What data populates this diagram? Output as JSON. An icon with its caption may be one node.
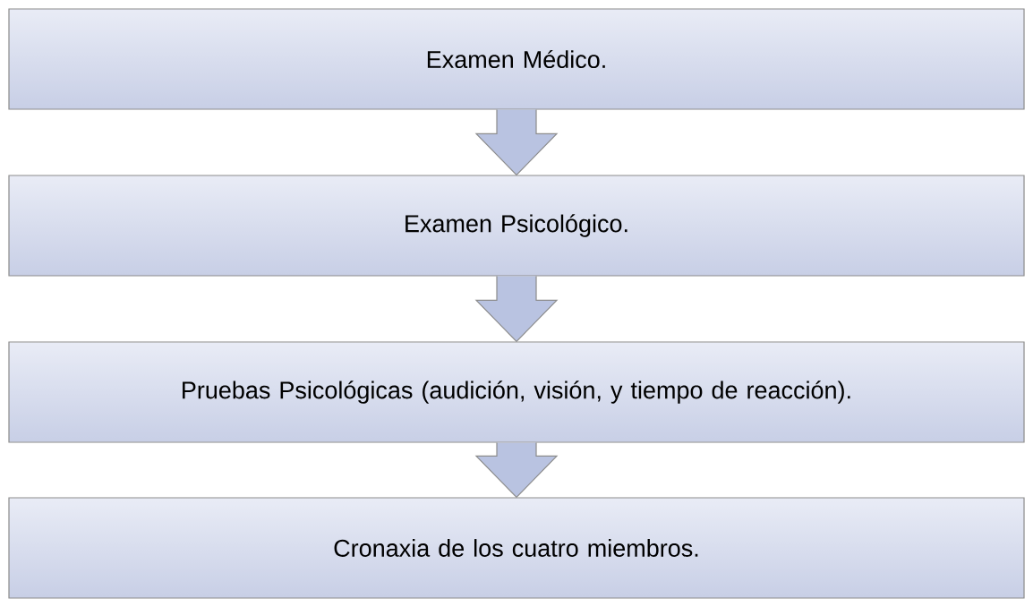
{
  "diagram": {
    "nodes": [
      {
        "text": [
          "Examen Médico."
        ]
      },
      {
        "text": [
          "Examen Psicológico."
        ]
      },
      {
        "text": [
          "Pruebas Psicológicas (audición, visión, y tiempo de reacción)."
        ]
      },
      {
        "text": [
          "Cronaxia de los cuatro miembros."
        ]
      }
    ],
    "edges": [
      {
        "from": 0,
        "to": 1,
        "arrow": "to"
      },
      {
        "from": 1,
        "to": 2,
        "arrow": "to"
      },
      {
        "from": 2,
        "to": 3,
        "arrow": "to"
      }
    ]
  }
}
